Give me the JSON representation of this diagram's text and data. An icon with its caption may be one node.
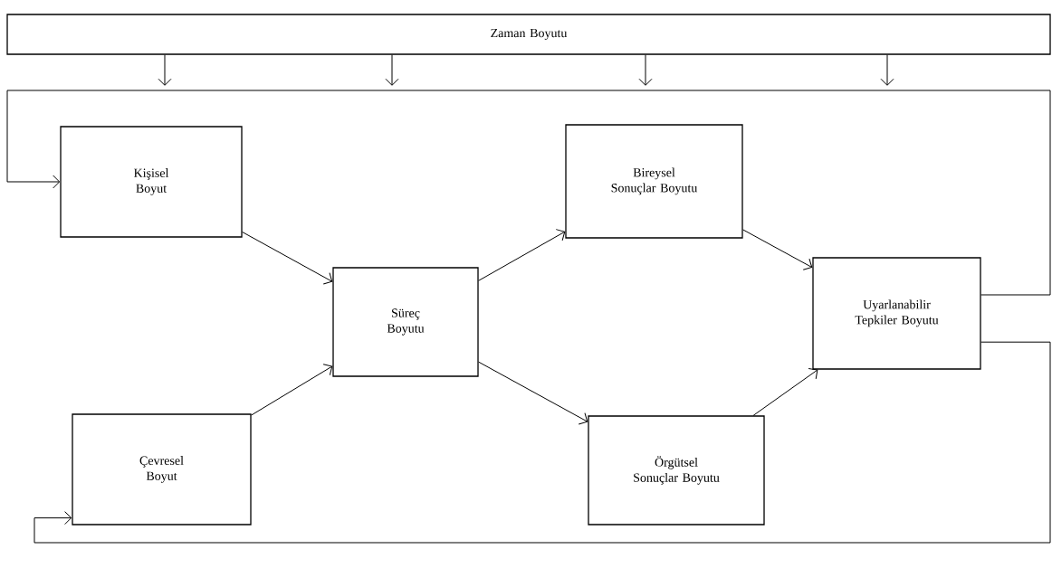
{
  "diagram": {
    "nodes": [
      {
        "text": [
          "Zaman Boyutu"
        ]
      },
      {
        "text": [
          "Kişisel Boyut"
        ]
      },
      {
        "text": [
          "Çevresel Boyut"
        ]
      },
      {
        "text": [
          "Süreç Boyutu"
        ]
      },
      {
        "text": [
          "Bireysel Sonuçlar Boyutu"
        ]
      },
      {
        "text": [
          "Örgütsel Sonuçlar Boyutu"
        ]
      },
      {
        "text": [
          "Uyarlanabilir Tepkiler Boyutu"
        ]
      }
    ],
    "edges": [
      {
        "from": 0,
        "to": null,
        "arrow": "to"
      },
      {
        "from": 0,
        "to": null,
        "arrow": "to"
      },
      {
        "from": 0,
        "to": null,
        "arrow": "to"
      },
      {
        "from": 0,
        "to": null,
        "arrow": "to"
      },
      {
        "from": 1,
        "to": 3,
        "arrow": "to"
      },
      {
        "from": 2,
        "to": 3,
        "arrow": "to"
      },
      {
        "from": 3,
        "to": 4,
        "arrow": "to"
      },
      {
        "from": 3,
        "to": 5,
        "arrow": "to"
      },
      {
        "from": 4,
        "to": 6,
        "arrow": "to"
      },
      {
        "from": 5,
        "to": 6,
        "arrow": "to"
      },
      {
        "from": 6,
        "to": 1,
        "arrow": "to"
      },
      {
        "from": 6,
        "to": 2,
        "arrow": "to"
      }
    ]
  }
}
